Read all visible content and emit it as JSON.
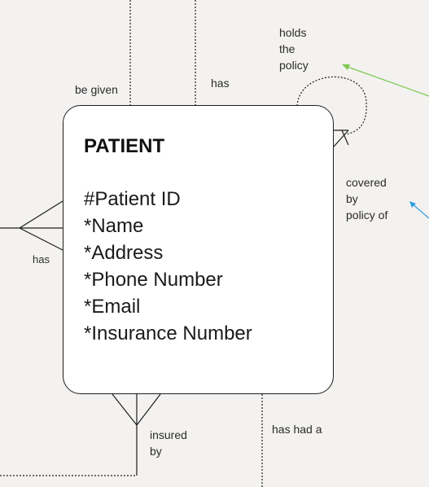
{
  "entity": {
    "title": "PATIENT",
    "attributes": [
      "#Patient ID",
      "*Name",
      "*Address",
      "*Phone Number",
      "*Email",
      "*Insurance Number"
    ]
  },
  "relationships": {
    "be_given": "be given",
    "has_top": "has",
    "holds_policy": "holds\nthe\npolicy",
    "covered_by": "covered\nby\npolicy of",
    "has_left": "has",
    "insured_by": "insured\nby",
    "has_had": "has had a"
  },
  "colors": {
    "line": "#1e1e1e",
    "arrow_green": "#7ec850",
    "arrow_blue": "#2f9be0"
  }
}
